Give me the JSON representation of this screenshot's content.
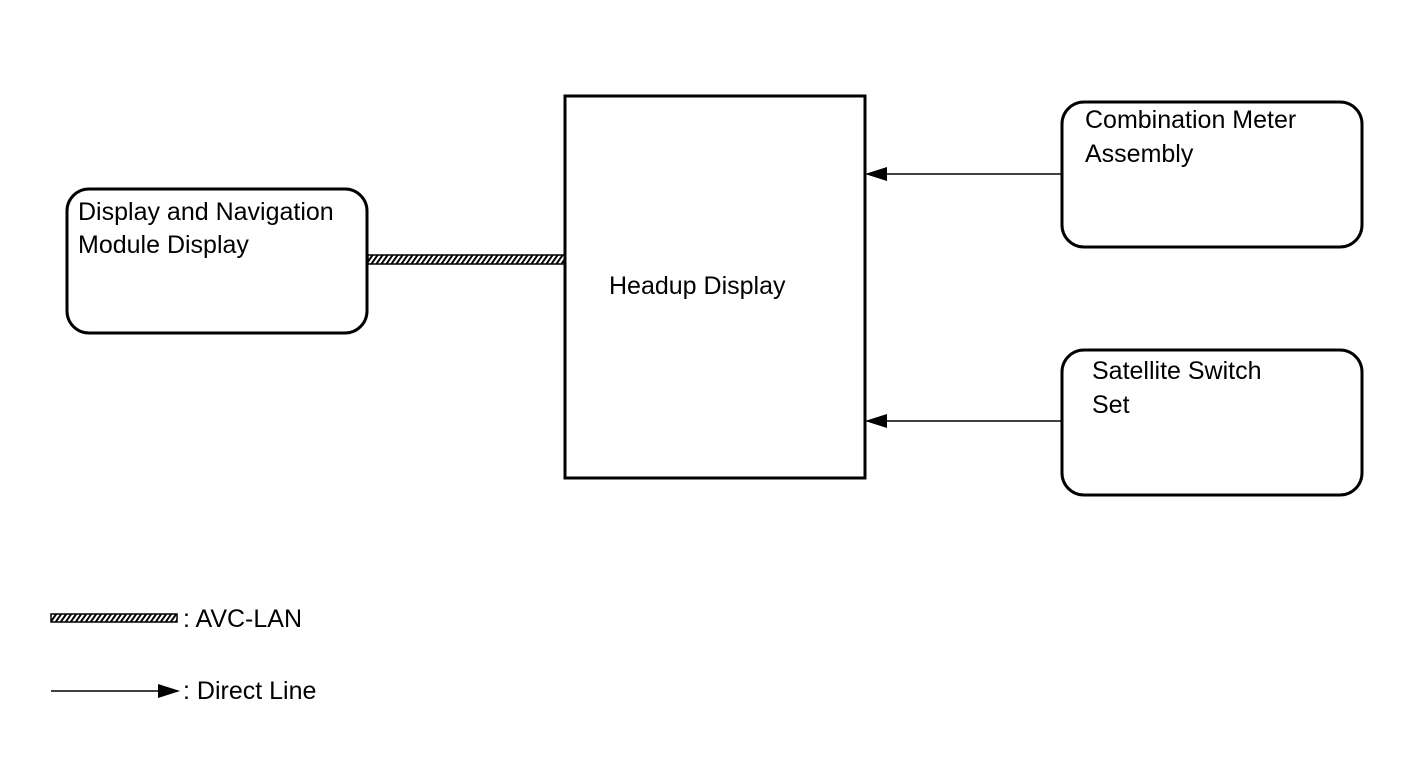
{
  "nodes": {
    "display_nav": {
      "line1": "Display and Navigation",
      "line2": "Module Display"
    },
    "headup": {
      "label": "Headup Display"
    },
    "combination_meter": {
      "line1": "Combination Meter",
      "line2": "Assembly"
    },
    "satellite_switch": {
      "line1": "Satellite Switch",
      "line2": "Set"
    }
  },
  "connections": [
    {
      "from": "Display and Navigation Module Display",
      "to": "Headup Display",
      "type": "AVC-LAN"
    },
    {
      "from": "Combination Meter Assembly",
      "to": "Headup Display",
      "type": "Direct Line"
    },
    {
      "from": "Satellite Switch Set",
      "to": "Headup Display",
      "type": "Direct Line"
    }
  ],
  "legend": {
    "avc_lan": ": AVC-LAN",
    "direct_line": ": Direct Line"
  },
  "colors": {
    "stroke": "#000000",
    "background": "#ffffff"
  }
}
